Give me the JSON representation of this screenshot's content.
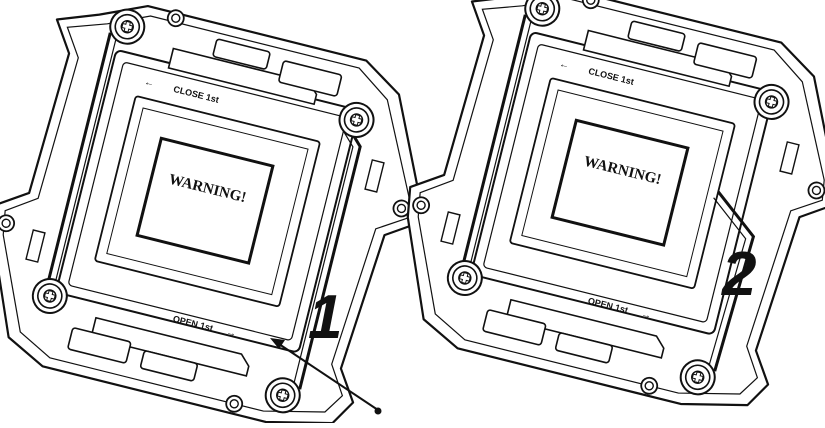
{
  "figure": {
    "socket_1": {
      "warning_label": "WARNING!",
      "close_label": "CLOSE 1st",
      "open_label": "OPEN 1st",
      "step_number": "1"
    },
    "socket_2": {
      "warning_label": "WARNING!",
      "close_label": "CLOSE 1st",
      "open_label": "OPEN 1st",
      "step_number": "2"
    }
  }
}
